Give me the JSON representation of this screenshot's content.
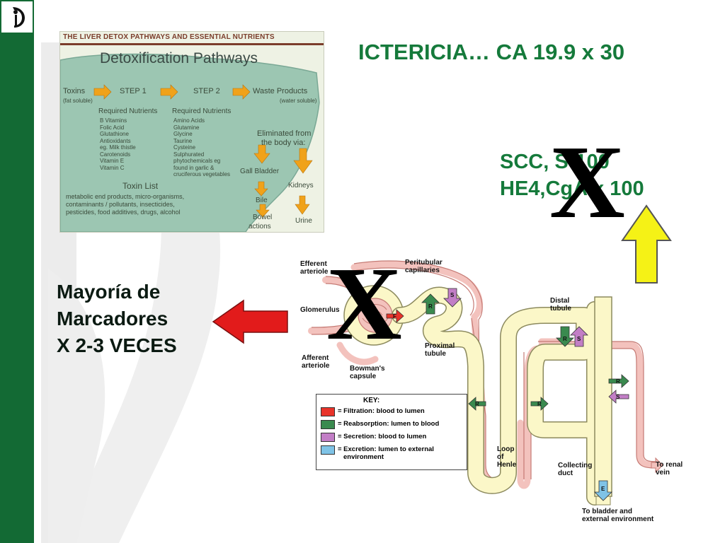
{
  "slide": {
    "title": "ICTERICIA… CA 19.9 x 30",
    "markers_top": [
      "SCC, S-100",
      "HE4,CgA x 100"
    ],
    "x_marks": [
      "X",
      "X"
    ],
    "left_text": [
      "Mayoría de",
      "Marcadores",
      "X 2-3 VECES"
    ]
  },
  "liver_image": {
    "header": "THE LIVER DETOX PATHWAYS AND ESSENTIAL NUTRIENTS",
    "title": "Detoxification Pathways",
    "toxins": "Toxins",
    "toxins_sub": "(fat soluble)",
    "step1": "STEP 1",
    "step2": "STEP 2",
    "waste": "Waste Products",
    "waste_sub": "(water soluble)",
    "nutrients1_label": "Required Nutrients",
    "nutrients1": [
      "B Vitamins",
      "Folic Acid",
      "Glutathione",
      "Antioxidants",
      "eg. Milk thistle",
      "Carotenoids",
      "Vitamin E",
      "Vitamin C"
    ],
    "nutrients2_label": "Required Nutrients",
    "nutrients2": [
      "Amino Acids",
      "Glutamine",
      "Glycine",
      "Taurine",
      "Cysteine",
      "Sulphurated",
      "phytochemicals eg",
      "found in garlic &",
      "cruciferous vegetables"
    ],
    "eliminated": [
      "Eliminated from",
      "the body via:"
    ],
    "gall_bladder": "Gall Bladder",
    "kidneys": "Kidneys",
    "bile": "Bile",
    "bowel": [
      "Bowel",
      "actions"
    ],
    "urine": "Urine",
    "toxin_list_title": "Toxin List",
    "toxin_list": [
      "metabolic end products, micro-organisms,",
      "contaminants / pollutants, insecticides,",
      "pesticides, food additives, drugs, alcohol"
    ]
  },
  "kidney_image": {
    "efferent": [
      "Efferent",
      "arteriole"
    ],
    "peritubular": [
      "Peritubular",
      "capillaries"
    ],
    "glomerulus": "Glomerulus",
    "afferent": [
      "Afferent",
      "arteriole"
    ],
    "bowmans": [
      "Bowman's",
      "capsule"
    ],
    "proximal": [
      "Proximal",
      "tubule"
    ],
    "distal": [
      "Distal",
      "tubule"
    ],
    "loop": [
      "Loop",
      "of",
      "Henle"
    ],
    "collecting": [
      "Collecting",
      "duct"
    ],
    "renal_vein": [
      "To renal",
      "vein"
    ],
    "bladder": [
      "To bladder and",
      "external environment"
    ],
    "key_title": "KEY:",
    "key": [
      {
        "text": "= Filtration: blood to lumen",
        "color": "#e8332a"
      },
      {
        "text": "= Reabsorption: lumen to blood",
        "color": "#3a8a4f"
      },
      {
        "text": "= Secretion: blood to lumen",
        "color": "#c27ec6"
      },
      {
        "text": "= Excretion: lumen to external",
        "text2": "environment",
        "color": "#7fc3e6"
      }
    ],
    "arrow_letters": {
      "F": "F",
      "R": "R",
      "S": "S",
      "E": "E"
    }
  },
  "colors": {
    "sidebar": "#136a34",
    "title_green": "#157a3b",
    "red_arrow": "#e21b1b",
    "yellow_arrow": "#f5f216",
    "tubule_fill": "#fbf7c8",
    "vessel_pink": "#f3c2bd"
  }
}
